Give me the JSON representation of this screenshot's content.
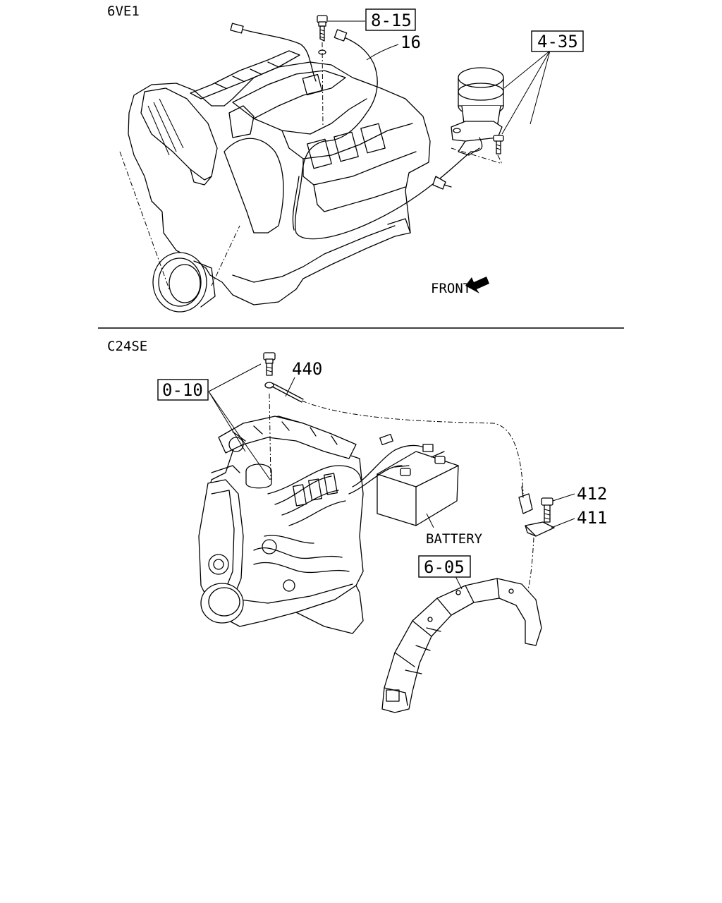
{
  "sections": [
    {
      "id": "6ve1",
      "label": "6VE1"
    },
    {
      "id": "c24se",
      "label": "C24SE"
    }
  ],
  "callouts": {
    "ref_8_15": "8-15",
    "part_16": "16",
    "ref_4_35": "4-35",
    "ref_0_10": "0-10",
    "part_440": "440",
    "part_412": "412",
    "part_411": "411",
    "ref_6_05": "6-05"
  },
  "annotations": {
    "front": "FRONT",
    "battery": "BATTERY"
  }
}
